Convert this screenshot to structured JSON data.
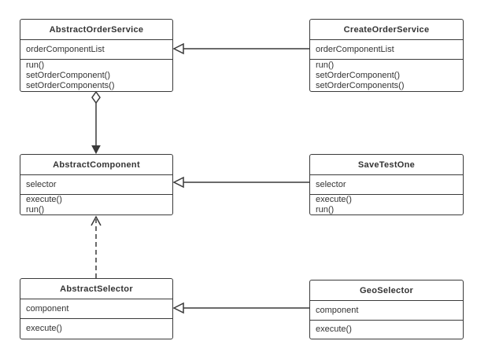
{
  "diagram": {
    "type": "uml-class-diagram",
    "colors": {
      "background": "#ffffff",
      "stroke": "#3a3a3a",
      "text": "#333333"
    },
    "classes": [
      {
        "name": "AbstractOrderService",
        "attributes": [
          "orderComponentList"
        ],
        "methods": [
          "run()",
          "setOrderComponent()",
          "setOrderComponents()"
        ]
      },
      {
        "name": "CreateOrderService",
        "attributes": [
          "orderComponentList"
        ],
        "methods": [
          "run()",
          "setOrderComponent()",
          "setOrderComponents()"
        ]
      },
      {
        "name": "AbstractComponent",
        "attributes": [
          "selector"
        ],
        "methods": [
          "execute()",
          "run()"
        ]
      },
      {
        "name": "SaveTestOne",
        "attributes": [
          "selector"
        ],
        "methods": [
          "execute()",
          "run()"
        ]
      },
      {
        "name": "AbstractSelector",
        "attributes": [
          "component"
        ],
        "methods": [
          "execute()"
        ]
      },
      {
        "name": "GeoSelector",
        "attributes": [
          "component"
        ],
        "methods": [
          "execute()"
        ]
      }
    ],
    "relations": [
      {
        "from": "CreateOrderService",
        "to": "AbstractOrderService",
        "type": "generalization",
        "line": "solid",
        "arrowhead": "hollow-triangle"
      },
      {
        "from": "AbstractOrderService",
        "to": "AbstractComponent",
        "type": "aggregation",
        "line": "solid",
        "tail": "hollow-diamond",
        "arrowhead": "filled-triangle"
      },
      {
        "from": "SaveTestOne",
        "to": "AbstractComponent",
        "type": "generalization",
        "line": "solid",
        "arrowhead": "hollow-triangle"
      },
      {
        "from": "AbstractSelector",
        "to": "AbstractComponent",
        "type": "dependency",
        "line": "dashed",
        "arrowhead": "open-arrow"
      },
      {
        "from": "GeoSelector",
        "to": "AbstractSelector",
        "type": "generalization",
        "line": "solid",
        "arrowhead": "hollow-triangle"
      }
    ]
  }
}
